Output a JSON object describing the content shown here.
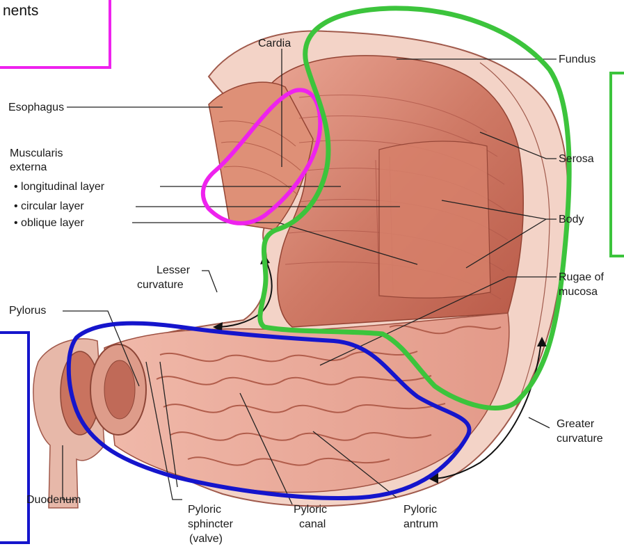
{
  "partial_text": "nents",
  "labels": {
    "cardia": "Cardia",
    "fundus": "Fundus",
    "esophagus": "Esophagus",
    "muscularis_1": "Muscularis",
    "muscularis_2": "externa",
    "layer_longitudinal": "• longitudinal layer",
    "layer_circular": "• circular layer",
    "layer_oblique": "• oblique layer",
    "serosa": "Serosa",
    "body": "Body",
    "lesser_1": "Lesser",
    "lesser_2": "curvature",
    "pylorus": "Pylorus",
    "rugae_1": "Rugae of",
    "rugae_2": "mucosa",
    "greater_1": "Greater",
    "greater_2": "curvature",
    "duodenum": "Duodenum",
    "sphincter_1": "Pyloric",
    "sphincter_2": "sphincter",
    "sphincter_3": "(valve)",
    "canal_1": "Pyloric",
    "canal_2": "canal",
    "antrum_1": "Pyloric",
    "antrum_2": "antrum"
  },
  "colors": {
    "magenta_outline": "#ee22ee",
    "green_outline": "#3cc43c",
    "blue_outline": "#1515cc",
    "muscle": "#d98a78",
    "mucosa": "#e8a89a",
    "serosa": "#f3d3c7",
    "leader": "#222222"
  }
}
